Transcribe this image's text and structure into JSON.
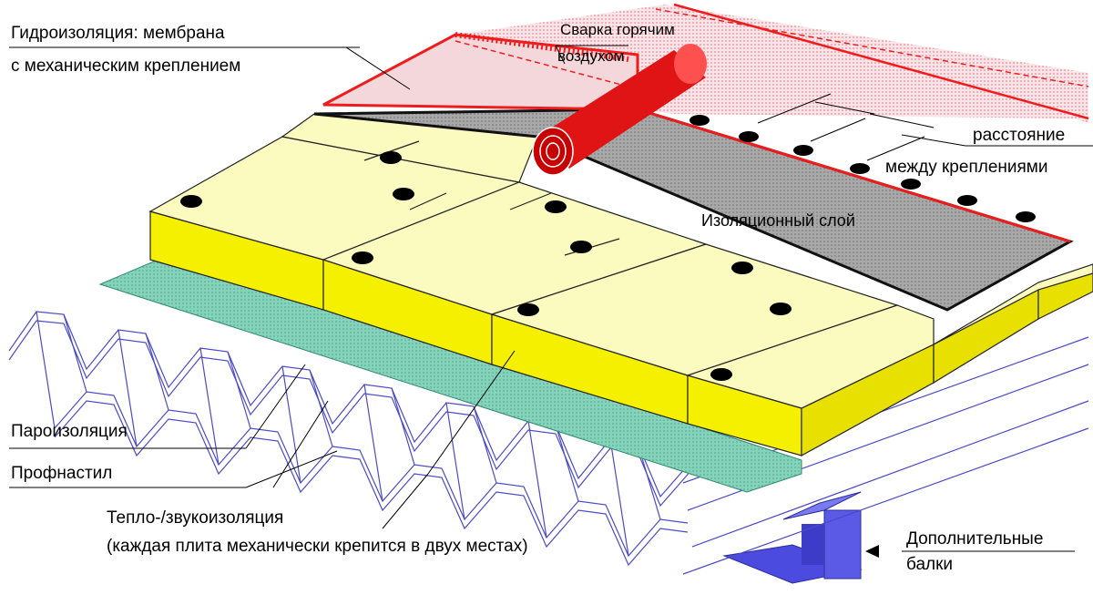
{
  "labels": {
    "waterproofing_line1": "Гидроизоляция: мембрана",
    "waterproofing_line2": "с механическим креплением",
    "hot_air_line1": "Сварка горячим",
    "hot_air_line2": "воздухом",
    "distance_line1": "расстояние",
    "distance_line2": "между креплениями",
    "insulation_layer": "Изоляционный слой",
    "vapor_barrier": "Пароизоляция",
    "profiled_sheet": "Профнастил",
    "thermal_line1": "Тепло-/звукоизоляция",
    "thermal_line2": "(каждая плита механически крепится в двух местах)",
    "beams_line1": "Дополнительные",
    "beams_line2": "балки"
  },
  "colors": {
    "membrane_red": "#ee1c1c",
    "membrane_fill": "#f5c6cc",
    "insulation_top": "#fbfbbf",
    "insulation_side": "#f5f000",
    "gray_layer": "#9a9a9a",
    "vapor_green": "#7fd0b6",
    "deck_line": "#4a4ac8",
    "beam_blue": "#5a5ae6"
  }
}
